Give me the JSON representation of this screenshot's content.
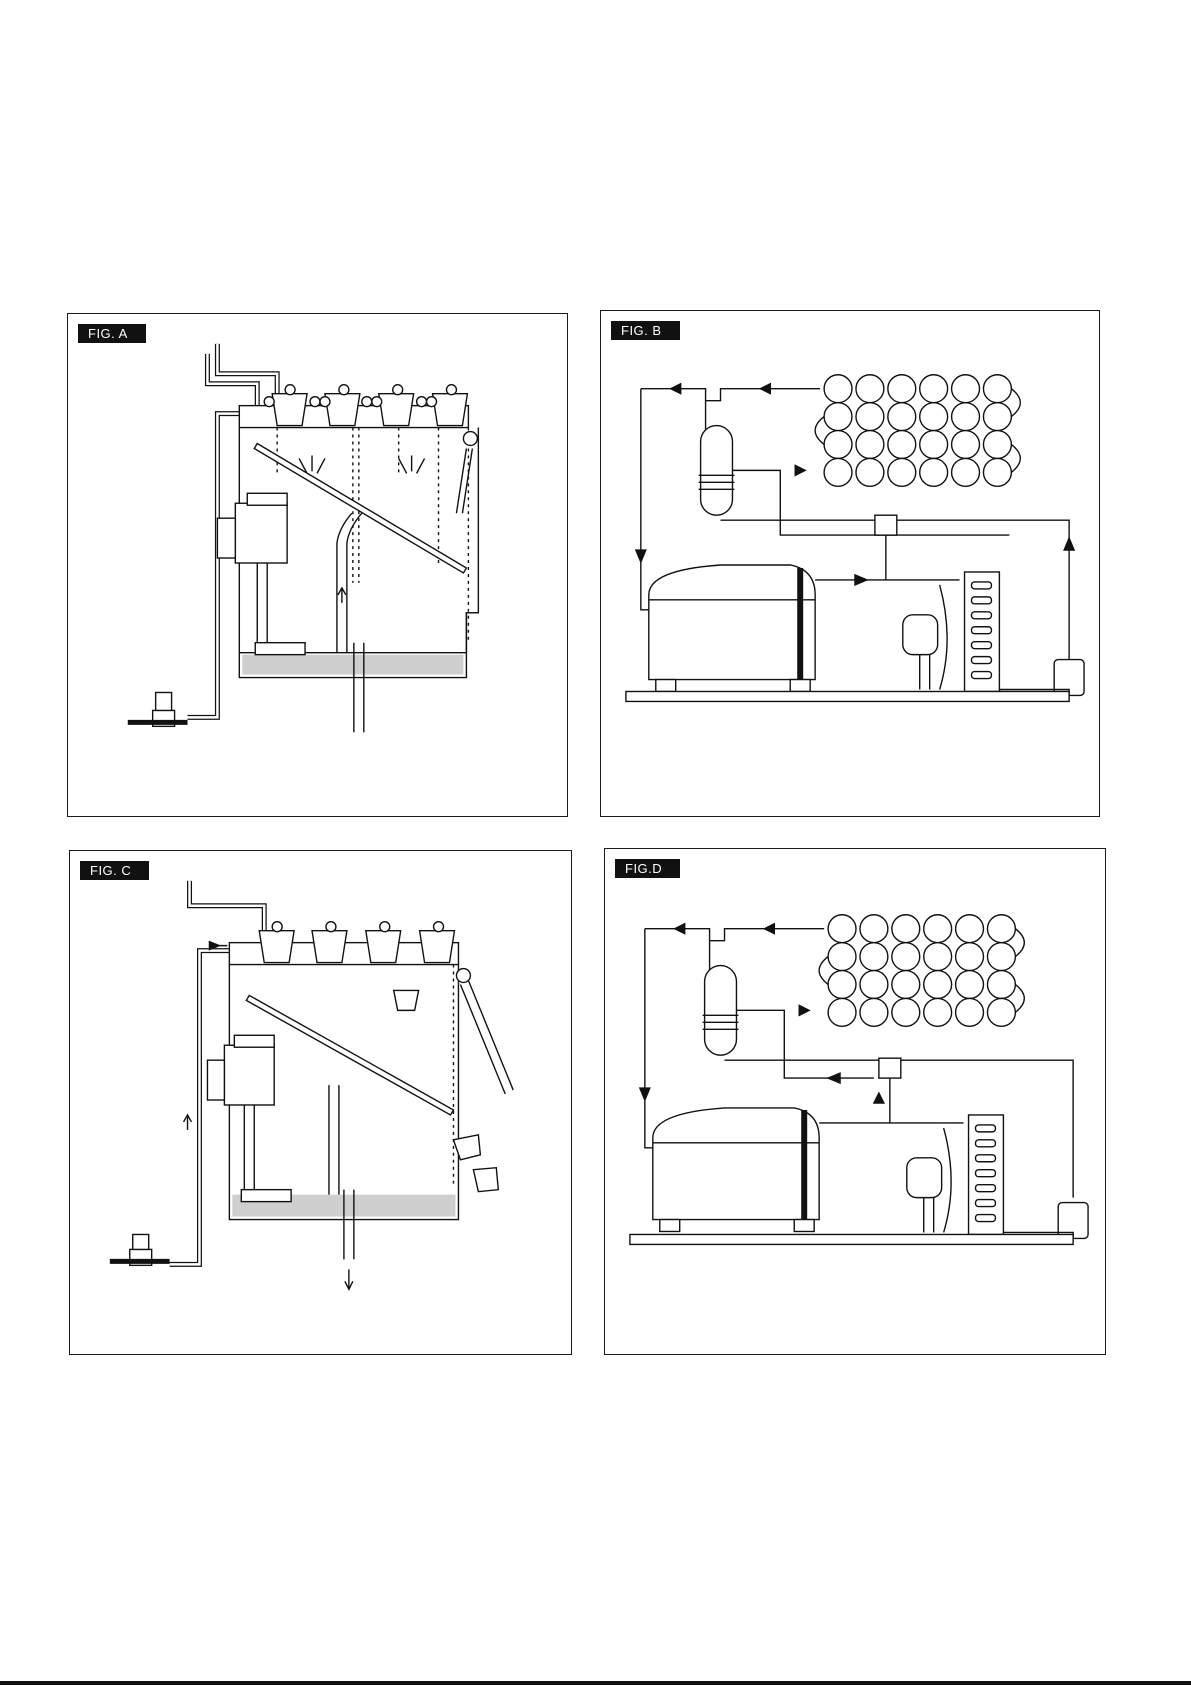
{
  "figures": [
    {
      "id": "A",
      "label": "FIG. A"
    },
    {
      "id": "B",
      "label": "FIG. B"
    },
    {
      "id": "C",
      "label": "FIG. C"
    },
    {
      "id": "D",
      "label": "FIG.D"
    }
  ],
  "colors": {
    "ink": "#111111",
    "paper": "#ffffff",
    "water": "#cfcfcf"
  }
}
